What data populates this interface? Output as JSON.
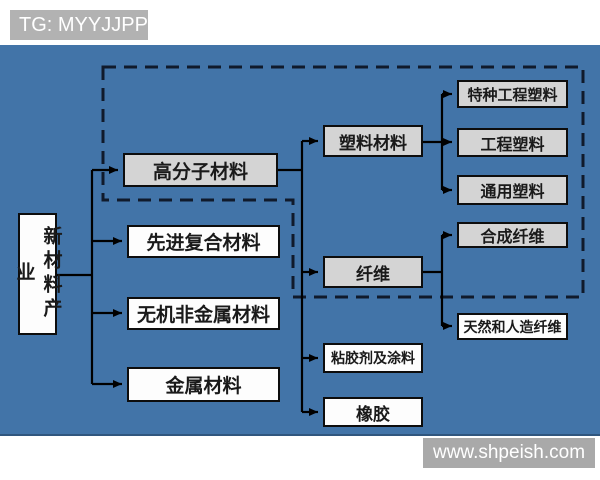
{
  "watermarks": {
    "top": "TG: MYYJJPP",
    "bottom": "www.shpeish.com"
  },
  "nodes": {
    "root": "新材料产业",
    "level1": [
      "高分子材料",
      "先进复合材料",
      "无机非金属材料",
      "金属材料"
    ],
    "level2_polymer": [
      "塑料材料",
      "纤维",
      "粘胶剂及涂料",
      "橡胶"
    ],
    "level3_plastics": [
      "特种工程塑料",
      "工程塑料",
      "通用塑料"
    ],
    "level3_fiber": [
      "合成纤维",
      "天然和人造纤维"
    ]
  },
  "edges": [
    {
      "from": "新材料产业",
      "to": [
        "高分子材料",
        "先进复合材料",
        "无机非金属材料",
        "金属材料"
      ]
    },
    {
      "from": "高分子材料",
      "to": [
        "塑料材料",
        "纤维",
        "粘胶剂及涂料",
        "橡胶"
      ]
    },
    {
      "from": "塑料材料",
      "to": [
        "特种工程塑料",
        "工程塑料",
        "通用塑料"
      ]
    },
    {
      "from": "纤维",
      "to": [
        "合成纤维",
        "天然和人造纤维"
      ]
    }
  ],
  "dashed_region_nodes": [
    "高分子材料",
    "塑料材料",
    "纤维",
    "特种工程塑料",
    "工程塑料",
    "通用塑料",
    "合成纤维"
  ],
  "colors": {
    "page_white": "#ffffff",
    "background_blue": "#4274a8",
    "box_gray": "#d4d4d4",
    "box_white": "#fdfdfd",
    "box_border": "#0d0d0d",
    "line_color": "#000000",
    "dash_color": "#101a2b",
    "text_color": "#1a1a1a",
    "watermark_top_bg": "#b2b2b2",
    "watermark_bottom_bg": "#a9a9a9"
  }
}
